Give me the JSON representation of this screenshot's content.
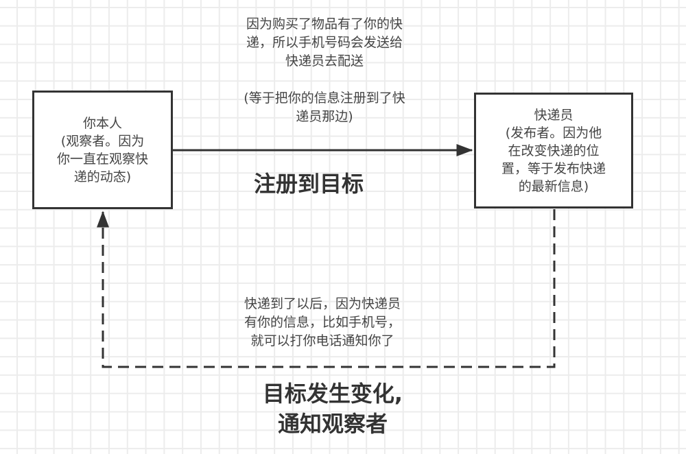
{
  "diagram": {
    "type": "observer-pattern-flow",
    "nodes": {
      "observer": {
        "title": "你本人",
        "description": "(观察者。因为\n你一直在观察快\n递的动态)"
      },
      "subject": {
        "title": "快递员",
        "description": " (发布者。因为他\n在改变快递的位\n置，等于发布快递\n的最新信息)"
      }
    },
    "edges": {
      "register": {
        "from": "observer",
        "to": "subject",
        "style": "solid",
        "label": "注册到目标",
        "note": "因为购买了物品有了你的快\n递，所以手机号码会发送给\n快递员去配送",
        "note_paren": "(等于把你的信息注册到了快\n递员那边)"
      },
      "notify": {
        "from": "subject",
        "to": "observer",
        "style": "dashed",
        "label": "目标发生变化,\n通知观察者",
        "note": "快递到了以后，因为快递员\n有你的信息，比如手机号，\n就可以打你电话通知你了"
      }
    },
    "colors": {
      "stroke": "#333333",
      "text": "#444444",
      "grid": "#ececec",
      "background": "#ffffff"
    }
  }
}
